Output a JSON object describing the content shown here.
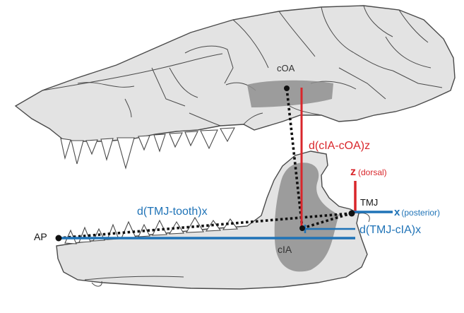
{
  "labels": {
    "coa": "cOA",
    "cia": "cIA",
    "ap": "AP",
    "tmj": "TMJ",
    "d_cia_coa_z": "d(cIA-cOA)z",
    "d_tmj_tooth_x": "d(TMJ-tooth)x",
    "d_tmj_cia_x": "d(TMJ-cIA)x",
    "z_axis": "z",
    "z_dir": "(dorsal)",
    "x_axis": "x",
    "x_dir": "(posterior)"
  },
  "colors": {
    "bone_fill": "#e3e3e3",
    "bone_stroke": "#4a4a4a",
    "muscle_area": "#8f8f8f",
    "red": "#d9262b",
    "blue": "#1f73b7",
    "black": "#111111"
  }
}
